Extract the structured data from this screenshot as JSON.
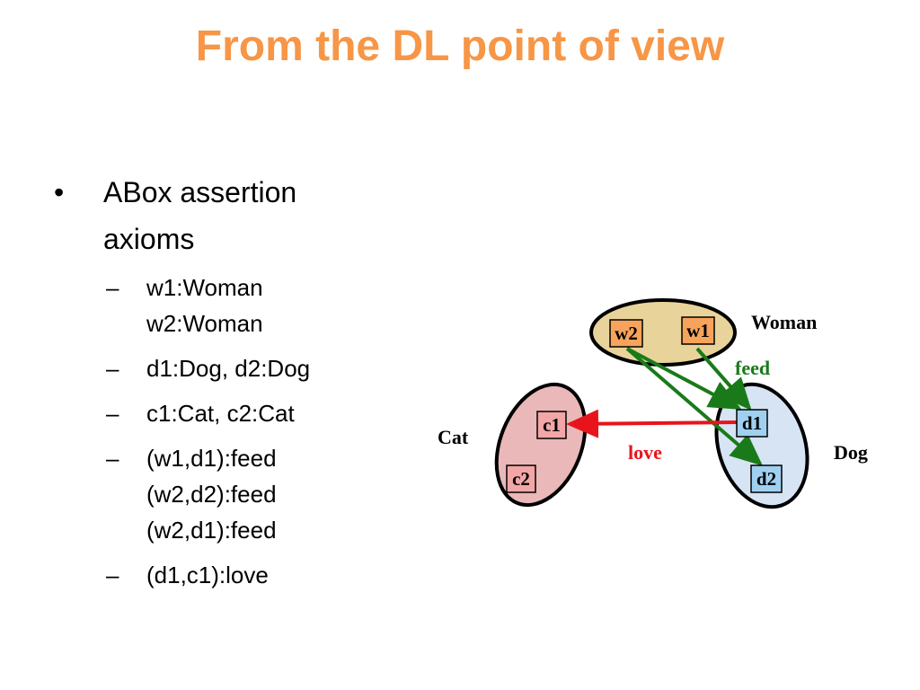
{
  "title": "From the DL point of view",
  "bullets": {
    "main_marker": "•",
    "main_text_1": "ABox assertion",
    "main_text_2": "axioms",
    "sub_marker": "–",
    "sub_items": [
      {
        "lines": [
          "w1:Woman",
          "w2:Woman"
        ]
      },
      {
        "lines": [
          "d1:Dog, d2:Dog"
        ]
      },
      {
        "lines": [
          "c1:Cat, c2:Cat"
        ]
      },
      {
        "lines": [
          "(w1,d1):feed",
          "(w2,d2):feed",
          "(w2,d1):feed"
        ]
      },
      {
        "lines": [
          "(d1,c1):love"
        ]
      }
    ]
  },
  "diagram": {
    "sets": {
      "woman": {
        "label": "Woman",
        "fill": "#e8d49a"
      },
      "dog": {
        "label": "Dog",
        "fill": "#d6e4f4"
      },
      "cat": {
        "label": "Cat",
        "fill": "#eab8b8"
      }
    },
    "nodes": {
      "w1": {
        "label": "w1",
        "fill": "#f7a35c"
      },
      "w2": {
        "label": "w2",
        "fill": "#f7a35c"
      },
      "d1": {
        "label": "d1",
        "fill": "#9fd0f0"
      },
      "d2": {
        "label": "d2",
        "fill": "#9fd0f0"
      },
      "c1": {
        "label": "c1",
        "fill": "#f2a6a6"
      },
      "c2": {
        "label": "c2",
        "fill": "#f2a6a6"
      }
    },
    "edges": {
      "feed_label": "feed",
      "feed_color": "#1a7a1a",
      "love_label": "love",
      "love_color": "#e8141c"
    }
  }
}
